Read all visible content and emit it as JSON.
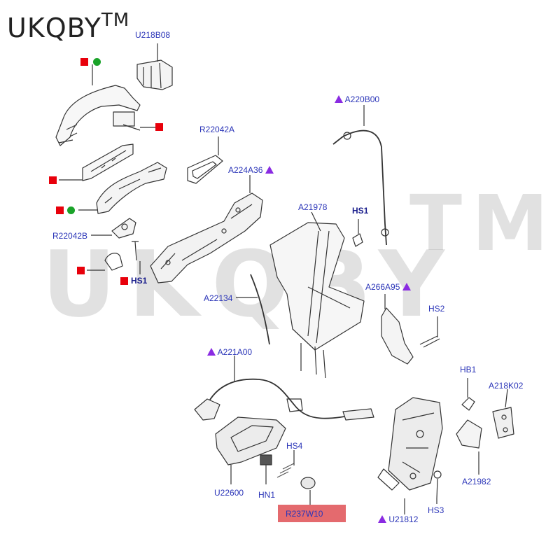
{
  "brand": {
    "name": "UKQBY",
    "tm": "TM"
  },
  "watermark": {
    "main": "UKQBY",
    "tm": "TM"
  },
  "colors": {
    "label": "#2b35b8",
    "triangle": "#8a2be2",
    "square": "#e8000b",
    "circle": "#1aa329",
    "highlight": "#e46a6e"
  },
  "labels": {
    "u218b08": "U218B08",
    "a220b00": "A220B00",
    "r22042a": "R22042A",
    "a224a36": "A224A36",
    "a21978": "A21978",
    "hs1_top": "HS1",
    "r22042b": "R22042B",
    "hs1_left": "HS1",
    "a22134": "A22134",
    "a266a95": "A266A95",
    "hs2": "HS2",
    "a221a00": "A221A00",
    "hb1": "HB1",
    "a218k02": "A218K02",
    "hs4": "HS4",
    "u22600": "U22600",
    "hn1": "HN1",
    "r237w10": "R237W10",
    "u21812": "U21812",
    "hs3": "HS3",
    "a21982": "A21982"
  }
}
